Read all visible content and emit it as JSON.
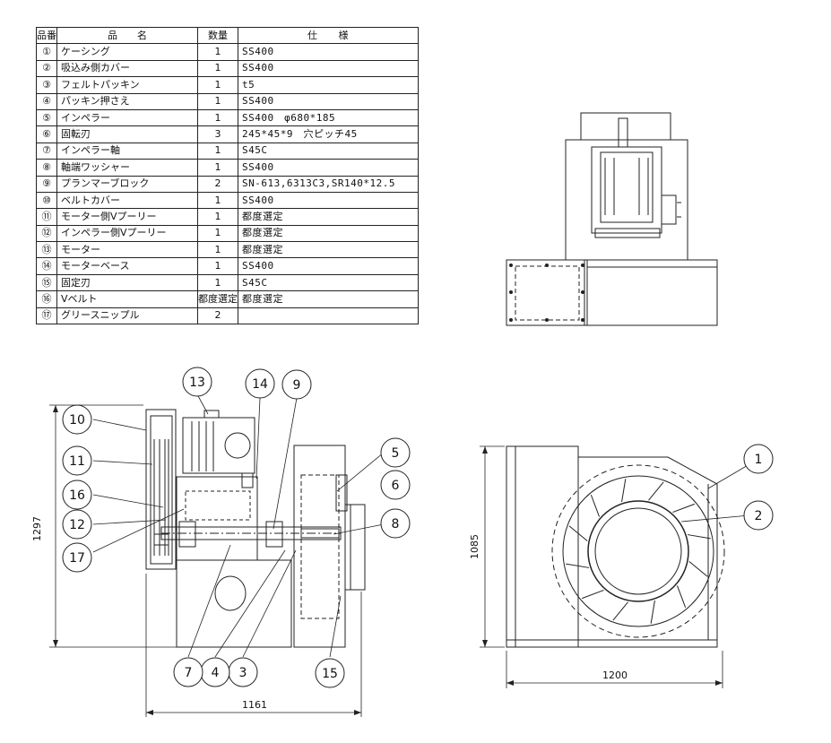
{
  "table": {
    "headers": {
      "no": "品番",
      "name": "品　　名",
      "qty": "数量",
      "spec": "仕　　様"
    },
    "rows": [
      {
        "no": "①",
        "name": "ケーシング",
        "qty": "1",
        "spec": "SS400"
      },
      {
        "no": "②",
        "name": "吸込み側カバー",
        "qty": "1",
        "spec": "SS400"
      },
      {
        "no": "③",
        "name": "フェルトパッキン",
        "qty": "1",
        "spec": "t5"
      },
      {
        "no": "④",
        "name": "パッキン押さえ",
        "qty": "1",
        "spec": "SS400"
      },
      {
        "no": "⑤",
        "name": "インペラー",
        "qty": "1",
        "spec": "SS400　φ680*185"
      },
      {
        "no": "⑥",
        "name": "固転刃",
        "qty": "3",
        "spec": "245*45*9　穴ピッチ45"
      },
      {
        "no": "⑦",
        "name": "インペラー軸",
        "qty": "1",
        "spec": "S45C"
      },
      {
        "no": "⑧",
        "name": "軸端ワッシャー",
        "qty": "1",
        "spec": "SS400"
      },
      {
        "no": "⑨",
        "name": "プランマーブロック",
        "qty": "2",
        "spec": "SN-613,6313C3,SR140*12.5"
      },
      {
        "no": "⑩",
        "name": "ベルトカバー",
        "qty": "1",
        "spec": "SS400"
      },
      {
        "no": "⑪",
        "name": "モーター側Vプーリー",
        "qty": "1",
        "spec": "都度選定"
      },
      {
        "no": "⑫",
        "name": "インペラー側Vプーリー",
        "qty": "1",
        "spec": "都度選定"
      },
      {
        "no": "⑬",
        "name": "モーター",
        "qty": "1",
        "spec": "都度選定"
      },
      {
        "no": "⑭",
        "name": "モーターベース",
        "qty": "1",
        "spec": "SS400"
      },
      {
        "no": "⑮",
        "name": "固定刃",
        "qty": "1",
        "spec": "S45C"
      },
      {
        "no": "⑯",
        "name": "Vベルト",
        "qty": "都度選定",
        "spec": "都度選定"
      },
      {
        "no": "⑰",
        "name": "グリースニップル",
        "qty": "2",
        "spec": ""
      }
    ]
  },
  "callouts": {
    "c1": "1",
    "c2": "2",
    "c3": "3",
    "c4": "4",
    "c5": "5",
    "c6": "6",
    "c7": "7",
    "c8": "8",
    "c9": "9",
    "c10": "10",
    "c11": "11",
    "c12": "12",
    "c13": "13",
    "c14": "14",
    "c15": "15",
    "c16": "16",
    "c17": "17"
  },
  "dimensions": {
    "side_height": "1297",
    "side_width": "1161",
    "front_height": "1085",
    "front_width": "1200"
  }
}
